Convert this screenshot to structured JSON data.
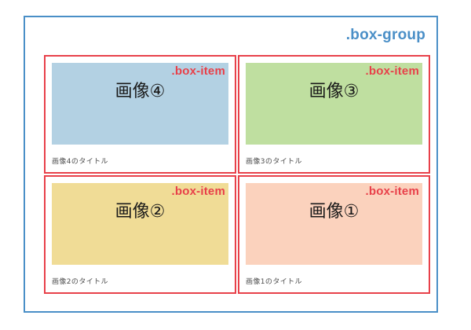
{
  "group": {
    "label": ".box-group",
    "border_color": "#4a8fc7",
    "label_color": "#4a8fc7"
  },
  "item_label_color": "#e8414a",
  "item_border_color": "#e8414a",
  "caption_color": "#4d4d4d",
  "items": [
    {
      "label": ".box-item",
      "placeholder": "画像④",
      "caption": "画像4のタイトル",
      "media_color": "#b3d1e3"
    },
    {
      "label": ".box-item",
      "placeholder": "画像③",
      "caption": "画像3のタイトル",
      "media_color": "#bfdfa0"
    },
    {
      "label": ".box-item",
      "placeholder": "画像②",
      "caption": "画像2のタイトル",
      "media_color": "#f0dc96"
    },
    {
      "label": ".box-item",
      "placeholder": "画像①",
      "caption": "画像1のタイトル",
      "media_color": "#fbd2bd"
    }
  ]
}
